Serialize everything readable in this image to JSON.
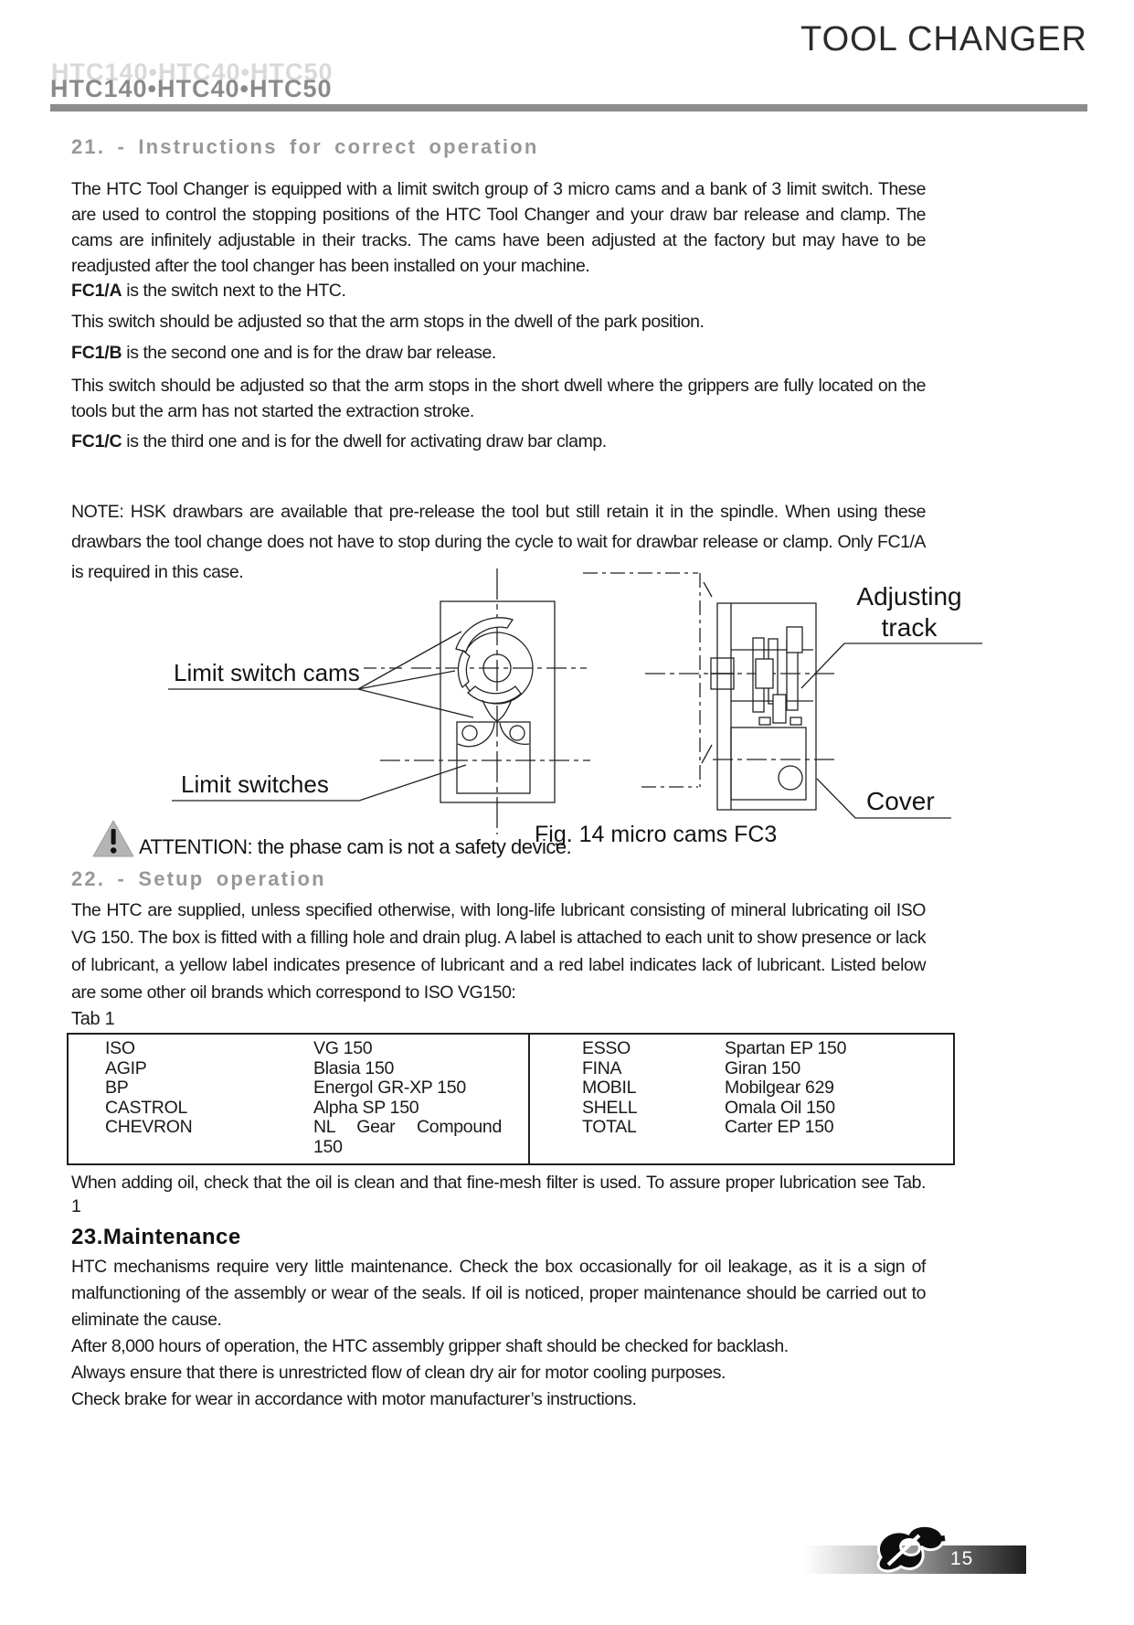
{
  "header": {
    "title": "TOOL CHANGER",
    "models": "HTC140•HTC40•HTC50"
  },
  "section21": {
    "heading": "21. - Instructions for correct operation",
    "p1": "The HTC Tool Changer is equipped with a limit switch group of 3 micro cams and a bank of 3 limit switch.  These are used to control the stopping positions of the HTC Tool Changer and your draw bar release and clamp.  The cams are infinitely adjustable in their tracks.  The cams have been adjusted at the factory but may have to be readjusted after the tool changer has been installed on your machine.",
    "fc1a_label": "FC1/A",
    "fc1a_text": " is the switch next to the HTC.",
    "switch_a": "This switch should be adjusted so that the arm stops in the dwell of the park position.",
    "fc1b_label": "FC1/B",
    "fc1b_text": " is the second one and is for the draw bar release.",
    "switch_b": "This switch should be adjusted so that the arm stops in the short dwell where the grippers are fully located on the tools but the arm has not started the extraction stroke.",
    "fc1c_label": "FC1/C",
    "fc1c_text": " is the third one and is for the dwell for activating draw bar clamp.",
    "note": "NOTE:  HSK drawbars are available that pre-release the tool but still retain it in the spindle.  When using these drawbars the tool change does not have to stop during the cycle to wait for drawbar release or clamp.  Only FC1/A is required in this case."
  },
  "figure": {
    "label_limit_switch_cams": "Limit switch cams",
    "label_limit_switches": "Limit switches",
    "label_adjusting_line1": "Adjusting",
    "label_adjusting_line2": "track",
    "label_cover": "Cover",
    "caption": "Fig. 14 micro cams FC3",
    "attention": "ATTENTION: the phase cam is not a safety device."
  },
  "section22": {
    "heading": "22. - Setup operation",
    "p1": "The HTC are supplied, unless specified otherwise,  with long-life lubricant consisting of mineral lubricating oil ISO VG  150.  The box is fitted with a filling hole and drain plug.  A label is attached to each unit to show presence or lack of lubricant, a yellow label indicates presence of lubricant and a red label indicates lack of lubricant.  Listed below are some other oil brands which correspond to ISO VG150:",
    "tab_label": "Tab 1",
    "after_table": "When adding oil, check that the oil is clean and that fine-mesh filter is used.  To assure proper lubrication see Tab. 1"
  },
  "oil_table": {
    "rows": [
      {
        "b1": "ISO",
        "o1": "VG 150",
        "o1b": "",
        "b2": "ESSO",
        "o2": "Spartan EP 150"
      },
      {
        "b1": "AGIP",
        "o1": "Blasia 150",
        "o1b": "",
        "b2": "FINA",
        "o2": "Giran 150"
      },
      {
        "b1": "BP",
        "o1": "Energol GR-XP 150",
        "o1b": "",
        "b2": "MOBIL",
        "o2": "Mobilgear 629"
      },
      {
        "b1": "CASTROL",
        "o1": "Alpha SP 150",
        "o1b": "",
        "b2": "SHELL",
        "o2": "Omala Oil 150"
      },
      {
        "b1": "CHEVRON",
        "o1": "NL Gear Compound",
        "o1b": "150",
        "b2": "TOTAL",
        "o2": "Carter EP 150"
      }
    ]
  },
  "section23": {
    "heading": "23.Maintenance",
    "p1": "HTC mechanisms require very little maintenance.  Check the box occasionally for oil leakage, as it is a sign of malfunctioning of the assembly or wear of the seals.  If oil is noticed, proper maintenance should be carried out to eliminate the cause.",
    "p2": "After 8,000 hours of operation, the HTC assembly gripper shaft should be checked for backlash.",
    "p3": "Always ensure that there is unrestricted flow of clean dry air for motor cooling purposes.",
    "p4": "Check brake for wear in accordance with motor manufacturer’s instructions."
  },
  "footer": {
    "page_number": "15"
  },
  "colors": {
    "rule_gray": "#8c8c8c",
    "heading_gray": "#98989a",
    "warning_triangle": "#b4b4b4",
    "footer_gradient_end": "#1f1f1f"
  }
}
